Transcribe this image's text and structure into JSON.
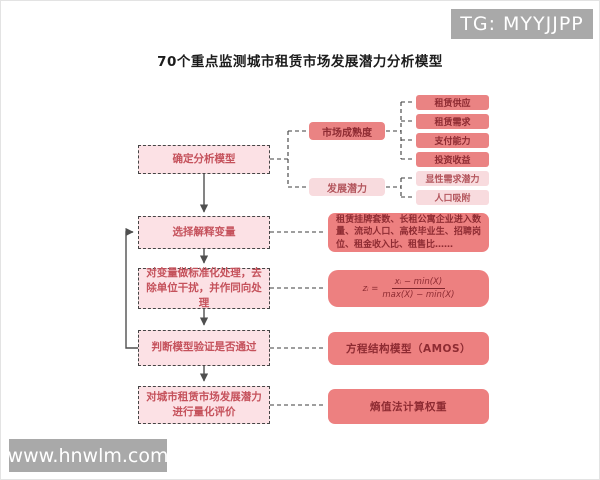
{
  "title": "70个重点监测城市租赁市场发展潜力分析模型",
  "overlays": {
    "tg_badge": "TG: MYYJJPP",
    "watermark": "www.hnwlm.com"
  },
  "flow": {
    "steps": [
      {
        "label": "确定分析模型"
      },
      {
        "label": "选择解释变量"
      },
      {
        "label": "对变量做标准化处理，去除单位干扰，并作同向处理"
      },
      {
        "label": "判断模型验证是否通过"
      },
      {
        "label": "对城市租赁市场发展潜力进行量化评价"
      }
    ]
  },
  "dimensions": {
    "market_maturity": "市场成熟度",
    "development_potential": "发展潜力",
    "maturity_factors": [
      "租赁供应",
      "租赁需求",
      "支付能力",
      "投资收益"
    ],
    "potential_factors": [
      "显性需求潜力",
      "人口吸附"
    ]
  },
  "details": {
    "variables": "租赁挂牌套数、长租公寓企业进入数量、流动人口、高校毕业生、招聘岗位、租金收入比、租售比……",
    "formula_lhs": "zᵢ =",
    "formula_numerator": "xᵢ − min(X)",
    "formula_denominator": "max(X) − min(X)",
    "model": "方程结构模型（AMOS）",
    "weights": "熵值法计算权重"
  },
  "colors": {
    "flow_box_fill": "#fce1e5",
    "solid_box_fill": "#ed8080",
    "pale_box_fill": "#f8dbde",
    "box_text_red": "#8e2b32",
    "badge_bg": "#a9a9a9"
  }
}
